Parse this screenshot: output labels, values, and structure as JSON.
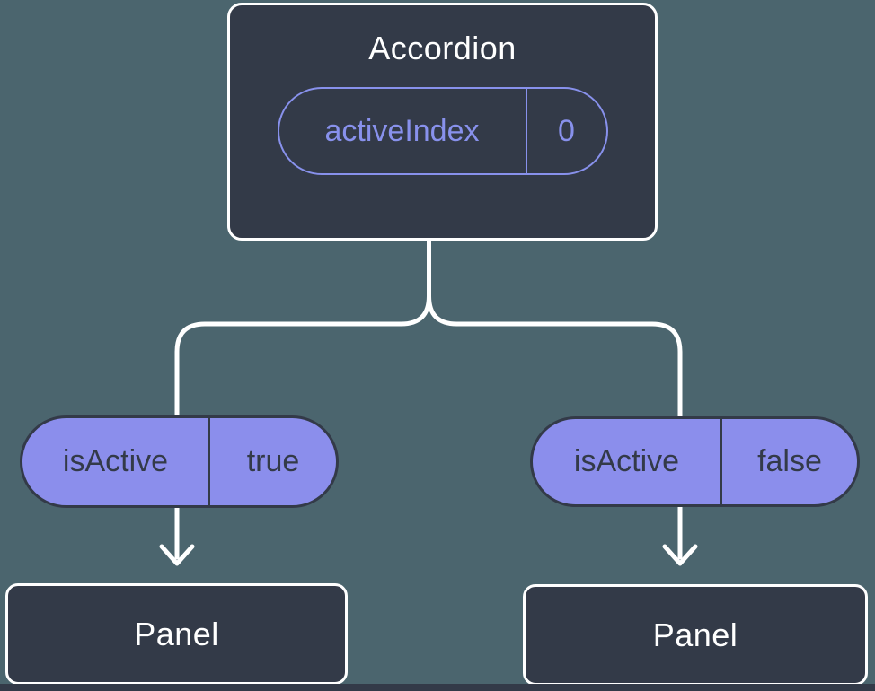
{
  "diagram": {
    "root": {
      "title": "Accordion",
      "state": {
        "name": "activeIndex",
        "value": "0"
      }
    },
    "branches": [
      {
        "prop": {
          "name": "isActive",
          "value": "true"
        },
        "child": {
          "title": "Panel"
        }
      },
      {
        "prop": {
          "name": "isActive",
          "value": "false"
        },
        "child": {
          "title": "Panel"
        }
      }
    ]
  },
  "colors": {
    "background": "#4b656e",
    "node_fill": "#333a48",
    "node_border": "#ffffff",
    "connector": "#ffffff",
    "accent_purple": "#8891ec",
    "pill_fill": "#8b8eec",
    "pill_text": "#333a48",
    "title_text": "#ffffff"
  }
}
